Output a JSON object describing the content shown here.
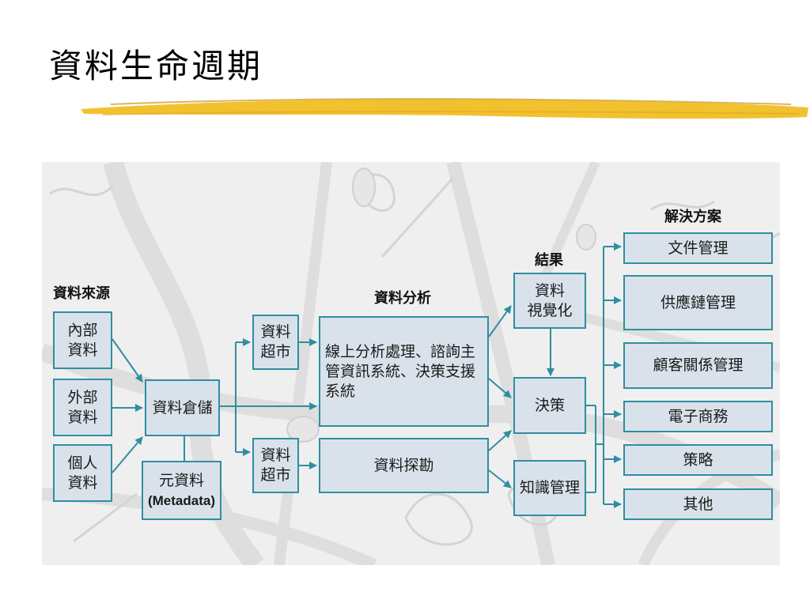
{
  "title": "資料生命週期",
  "colors": {
    "box_fill": "#d9e2ea",
    "box_border": "#2f8ea2",
    "arrow": "#2f8ea2",
    "accent_underline": "#f2c12e"
  },
  "diagram": {
    "headings": {
      "sources": "資料來源",
      "analysis": "資料分析",
      "results": "結果",
      "solutions": "解決方案"
    },
    "sources": [
      "內部\n資料",
      "外部\n資料",
      "個人\n資料"
    ],
    "warehouse": "資料倉儲",
    "metadata": {
      "line1": "元資料",
      "line2": "(Metadata)"
    },
    "marts": [
      "資料\n超市",
      "資料\n超市"
    ],
    "olap": "線上分析處理、諮詢主管資訊系統、決策支援系統",
    "mining": "資料探勘",
    "visualization": "資料\n視覺化",
    "decision": "決策",
    "knowledge": "知識管理",
    "solutions": [
      "文件管理",
      "供應鏈管理",
      "顧客關係管理",
      "電子商務",
      "策略",
      "其他"
    ]
  }
}
